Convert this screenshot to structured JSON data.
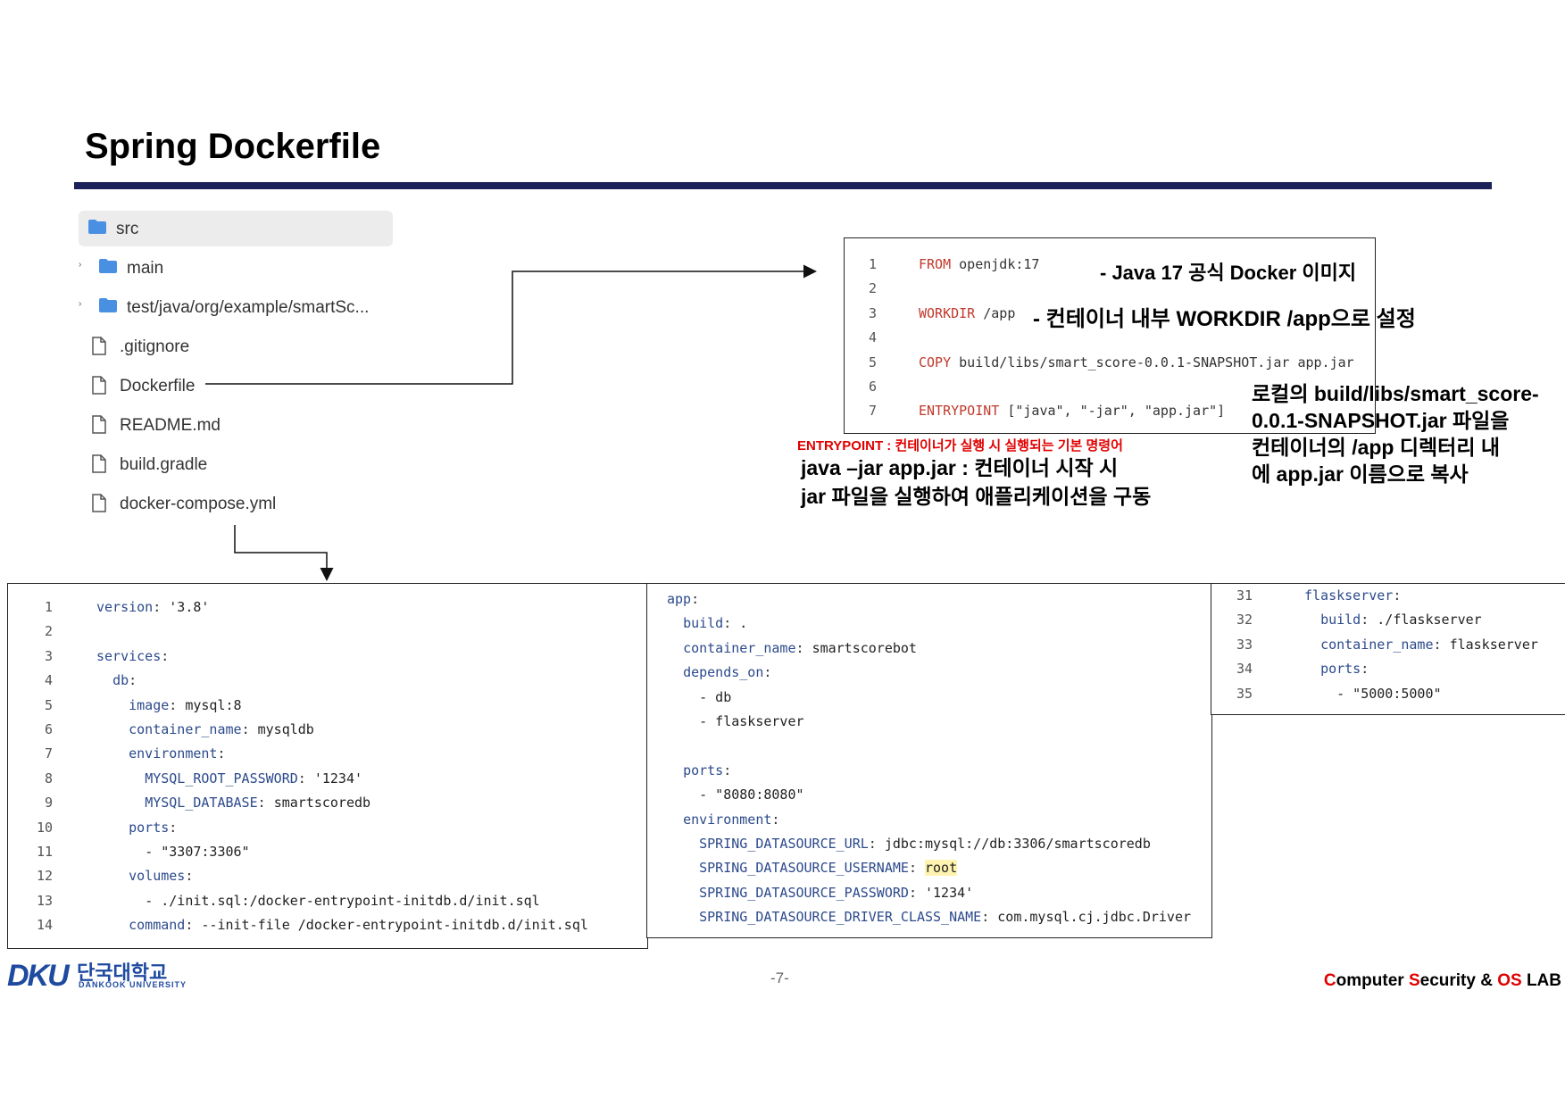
{
  "slide": {
    "title": "Spring Dockerfile",
    "page_number": "-7-",
    "colors": {
      "title_rule": "#1b2159",
      "accent_red": "#e00000",
      "keyword": "#c0392b",
      "yaml_key": "#2c4a8c"
    }
  },
  "tree": {
    "items": [
      {
        "label": "src",
        "icon": "folder-icon",
        "chevron": ""
      },
      {
        "label": "main",
        "icon": "folder-icon",
        "chevron": "›"
      },
      {
        "label": "test/java/org/example/smartSc...",
        "icon": "folder-icon",
        "chevron": "›"
      },
      {
        "label": ".gitignore",
        "icon": "file-icon",
        "chevron": ""
      },
      {
        "label": "Dockerfile",
        "icon": "file-icon",
        "chevron": ""
      },
      {
        "label": "README.md",
        "icon": "file-icon",
        "chevron": ""
      },
      {
        "label": "build.gradle",
        "icon": "file-icon",
        "chevron": ""
      },
      {
        "label": "docker-compose.yml",
        "icon": "file-icon",
        "chevron": ""
      }
    ]
  },
  "dockerfile": {
    "line_numbers": [
      "1",
      "2",
      "3",
      "4",
      "5",
      "6",
      "7"
    ],
    "lines": [
      {
        "kw": "FROM",
        "rest": " openjdk:17"
      },
      {
        "kw": "",
        "rest": ""
      },
      {
        "kw": "WORKDIR",
        "rest": " /app"
      },
      {
        "kw": "",
        "rest": ""
      },
      {
        "kw": "COPY",
        "rest": " build/libs/smart_score-0.0.1-SNAPSHOT.jar app.jar"
      },
      {
        "kw": "",
        "rest": ""
      },
      {
        "kw": "ENTRYPOINT",
        "rest": " [\"java\", \"-jar\", \"app.jar\"]"
      }
    ]
  },
  "annotations": {
    "from": "- Java 17 공식 Docker 이미지",
    "workdir": "- 컨테이너 내부 WORKDIR /app으로 설정",
    "copy_lines": [
      "로컬의 build/libs/smart_score-",
      "0.0.1-SNAPSHOT.jar 파일을",
      "컨테이너의 /app 디렉터리 내",
      "에  app.jar 이름으로 복사"
    ],
    "entry_red": "ENTRYPOINT : 컨테이너가 실행 시 실행되는 기본 명령어",
    "entry_lines": [
      "java –jar app.jar  : 컨테이너 시작 시",
      "jar 파일을 실행하여 애플리케이션을 구동"
    ]
  },
  "compose_left": {
    "line_numbers": [
      "1",
      "2",
      "3",
      "4",
      "5",
      "6",
      "7",
      "8",
      "9",
      "10",
      "11",
      "12",
      "13",
      "14"
    ],
    "lines": [
      {
        "indent": "",
        "key": "version",
        "sep": ": ",
        "val": "'3.8'"
      },
      {
        "indent": "",
        "key": "",
        "sep": "",
        "val": ""
      },
      {
        "indent": "",
        "key": "services",
        "sep": ":",
        "val": ""
      },
      {
        "indent": "  ",
        "key": "db",
        "sep": ":",
        "val": ""
      },
      {
        "indent": "    ",
        "key": "image",
        "sep": ": ",
        "val": "mysql:8"
      },
      {
        "indent": "    ",
        "key": "container_name",
        "sep": ": ",
        "val": "mysqldb"
      },
      {
        "indent": "    ",
        "key": "environment",
        "sep": ":",
        "val": ""
      },
      {
        "indent": "      ",
        "key": "MYSQL_ROOT_PASSWORD",
        "sep": ": ",
        "val": "'1234'"
      },
      {
        "indent": "      ",
        "key": "MYSQL_DATABASE",
        "sep": ": ",
        "val": "smartscoredb"
      },
      {
        "indent": "    ",
        "key": "ports",
        "sep": ":",
        "val": ""
      },
      {
        "indent": "      ",
        "key": "",
        "sep": "",
        "val": "- \"3307:3306\""
      },
      {
        "indent": "    ",
        "key": "volumes",
        "sep": ":",
        "val": ""
      },
      {
        "indent": "      ",
        "key": "",
        "sep": "",
        "val": "- ./init.sql:/docker-entrypoint-initdb.d/init.sql"
      },
      {
        "indent": "    ",
        "key": "command",
        "sep": ": ",
        "val": "--init-file /docker-entrypoint-initdb.d/init.sql"
      }
    ]
  },
  "compose_middle": {
    "lines": [
      {
        "indent": "",
        "key": "app",
        "sep": ":",
        "val": ""
      },
      {
        "indent": "  ",
        "key": "build",
        "sep": ": ",
        "val": "."
      },
      {
        "indent": "  ",
        "key": "container_name",
        "sep": ": ",
        "val": "smartscorebot"
      },
      {
        "indent": "  ",
        "key": "depends_on",
        "sep": ":",
        "val": ""
      },
      {
        "indent": "    ",
        "key": "",
        "sep": "",
        "val": "- db"
      },
      {
        "indent": "    ",
        "key": "",
        "sep": "",
        "val": "- flaskserver"
      },
      {
        "indent": "",
        "key": "",
        "sep": "",
        "val": ""
      },
      {
        "indent": "  ",
        "key": "ports",
        "sep": ":",
        "val": ""
      },
      {
        "indent": "    ",
        "key": "",
        "sep": "",
        "val": "- \"8080:8080\""
      },
      {
        "indent": "  ",
        "key": "environment",
        "sep": ":",
        "val": ""
      },
      {
        "indent": "    ",
        "key": "SPRING_DATASOURCE_URL",
        "sep": ": ",
        "val": "jdbc:mysql://db:3306/smartscoredb"
      },
      {
        "indent": "    ",
        "key": "SPRING_DATASOURCE_USERNAME",
        "sep": ": ",
        "val": "root"
      },
      {
        "indent": "    ",
        "key": "SPRING_DATASOURCE_PASSWORD",
        "sep": ": ",
        "val": "'1234'"
      },
      {
        "indent": "    ",
        "key": "SPRING_DATASOURCE_DRIVER_CLASS_NAME",
        "sep": ": ",
        "val": "com.mysql.cj.jdbc.Driver"
      }
    ]
  },
  "compose_right": {
    "line_numbers": [
      "31",
      "32",
      "33",
      "34",
      "35"
    ],
    "lines": [
      {
        "indent": "",
        "key": "flaskserver",
        "sep": ":",
        "val": ""
      },
      {
        "indent": "  ",
        "key": "build",
        "sep": ": ",
        "val": "./flaskserver"
      },
      {
        "indent": "  ",
        "key": "container_name",
        "sep": ": ",
        "val": "flaskserver"
      },
      {
        "indent": "  ",
        "key": "ports",
        "sep": ":",
        "val": ""
      },
      {
        "indent": "    ",
        "key": "",
        "sep": "",
        "val": "- \"5000:5000\""
      }
    ]
  },
  "footer": {
    "logo_mark": "DKU",
    "logo_korean": "단국대학교",
    "logo_english": "DANKOOK UNIVERSITY",
    "lab": [
      {
        "text": "C",
        "red": true
      },
      {
        "text": "omputer ",
        "red": false
      },
      {
        "text": "S",
        "red": true
      },
      {
        "text": "ecurity & ",
        "red": false
      },
      {
        "text": "OS",
        "red": true
      },
      {
        "text": " LAB",
        "red": false
      }
    ]
  }
}
